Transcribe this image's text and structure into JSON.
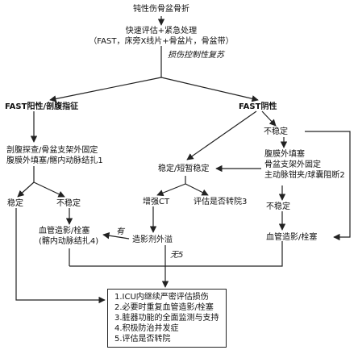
{
  "nodes": {
    "root": "钝性伤骨盆骨折",
    "assess": {
      "line1": "快速评估+紧急处理",
      "line2": "（FAST，床旁X线片+骨盆片，骨盆带）"
    },
    "damage_control": "损伤控制性复苏",
    "fast_pos": "FAST阳性/剖腹指征",
    "fast_neg": "FAST阴性",
    "lap": {
      "line1": "剖腹探查/骨盆支架外固定",
      "line2": "腹膜外填塞/髂内动脉结扎1"
    },
    "stable_left": "稳定",
    "unstable_left": "不稳定",
    "stable_mid": "稳定/短暂稳定",
    "unstable_right": "不稳定",
    "right_proc": {
      "line1": "腹膜外填塞",
      "line2": "骨盆支架外固定",
      "line3": "主动脉钳夹/球囊阻断2"
    },
    "unstable_right2": "不稳定",
    "ct": "增强CT",
    "transfer_eval": "评估是否转院3",
    "angio_left": {
      "line1": "血管造影/栓塞",
      "line2": "(髂内动脉结扎4)"
    },
    "angio_right": "血管造影/栓塞",
    "contrast": "造影剂外溢",
    "yes": "有",
    "no": "无5",
    "icu": {
      "items": [
        "1.ICU内继续严密评估损伤",
        "2.必要时重复血管造影/栓塞",
        "3.脏器功能的全面监测与支持",
        "4.积极防治并发症",
        "5.评估是否转院"
      ]
    }
  }
}
